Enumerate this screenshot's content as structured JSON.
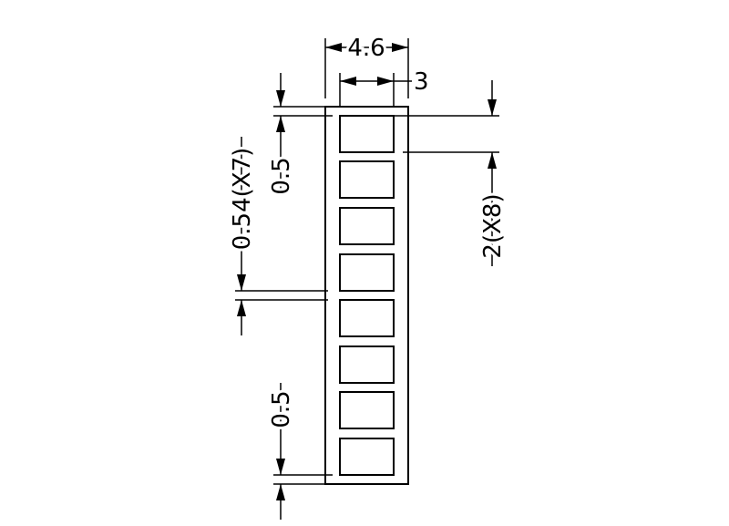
{
  "dimensions": {
    "overall_width": "4.6",
    "pad_width": "3",
    "top_margin": "0.5",
    "pitch": "0.54(X7)",
    "bottom_margin": "0.5",
    "pad_height": "2(X8)"
  }
}
